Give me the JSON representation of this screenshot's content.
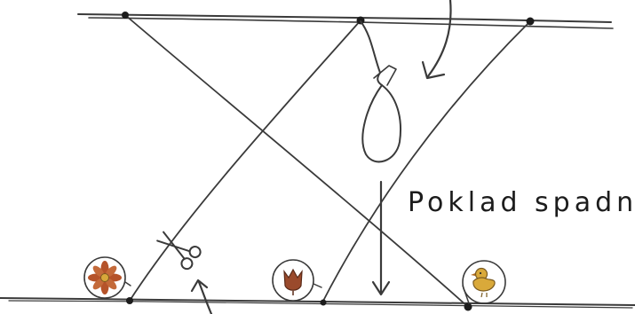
{
  "caption": "Poklad spadne !",
  "items": [
    {
      "name": "flower",
      "icon": "flower-icon",
      "color": "#b5532a"
    },
    {
      "name": "tulip",
      "icon": "tulip-icon",
      "color": "#9a4a2c"
    },
    {
      "name": "chick",
      "icon": "chick-icon",
      "color": "#d9a93a"
    }
  ],
  "tools": {
    "scissors_icon": "scissors-icon"
  },
  "colors": {
    "ink": "#3a3a3a",
    "text": "#1c1c1c"
  }
}
